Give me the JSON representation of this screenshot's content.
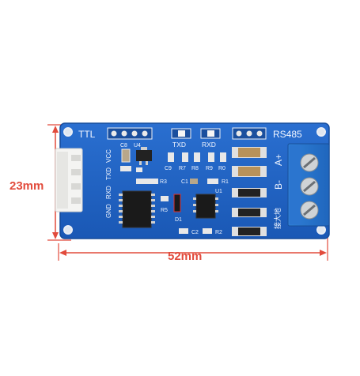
{
  "dimensions": {
    "height_label": "23mm",
    "width_label": "52mm",
    "color": "#e24b3c"
  },
  "board": {
    "pcb_color": "#1f63c4",
    "labels": {
      "ttl": "TTL",
      "rs485": "RS485",
      "a_plus": "A+",
      "b_minus": "B-",
      "ground": "接大地",
      "txd": "TXD",
      "rxd": "RXD",
      "gnd_pin": "GND",
      "rxd_pin": "RXD",
      "txd_pin": "TXD",
      "vcc_pin": "VCC",
      "c8": "C8",
      "u4": "U4",
      "c9": "C9",
      "r7": "R7",
      "r8": "R8",
      "r9": "R9",
      "r0": "R0",
      "r3": "R3",
      "c1": "C1",
      "r1": "R1",
      "u1": "U1",
      "r5": "R5",
      "d1": "D1",
      "c2": "C2",
      "r2": "R2"
    }
  }
}
